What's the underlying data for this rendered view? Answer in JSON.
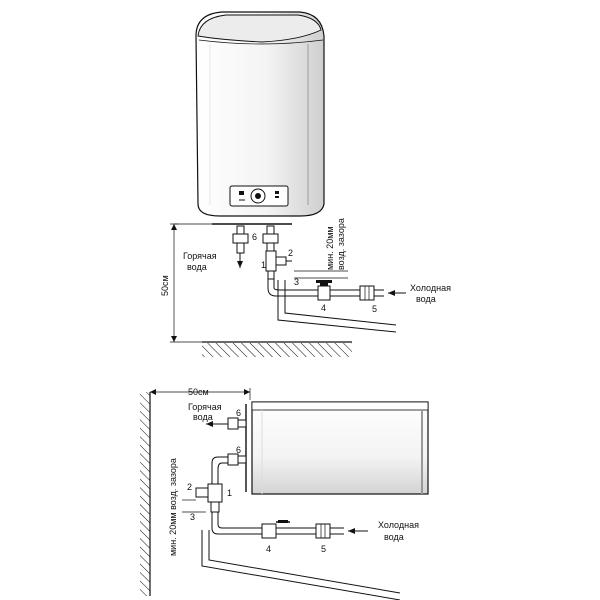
{
  "top": {
    "hot_water_line1": "Горячая",
    "hot_water_line2": "вода",
    "cold_water_line1": "Холодная",
    "cold_water_line2": "вода",
    "dimension": "50см",
    "gap_line1": "мин. 20мм",
    "gap_line2": "возд. зазора",
    "numbers": [
      "6",
      "1",
      "2",
      "3",
      "4",
      "5"
    ]
  },
  "bottom": {
    "hot_water_line1": "Горячая",
    "hot_water_line2": "вода",
    "cold_water_line1": "Холодная",
    "cold_water_line2": "вода",
    "dimension": "50см",
    "gap_label": "мин. 20мм возд. зазора",
    "numbers": [
      "6",
      "6",
      "2",
      "1",
      "3",
      "4",
      "5"
    ]
  }
}
